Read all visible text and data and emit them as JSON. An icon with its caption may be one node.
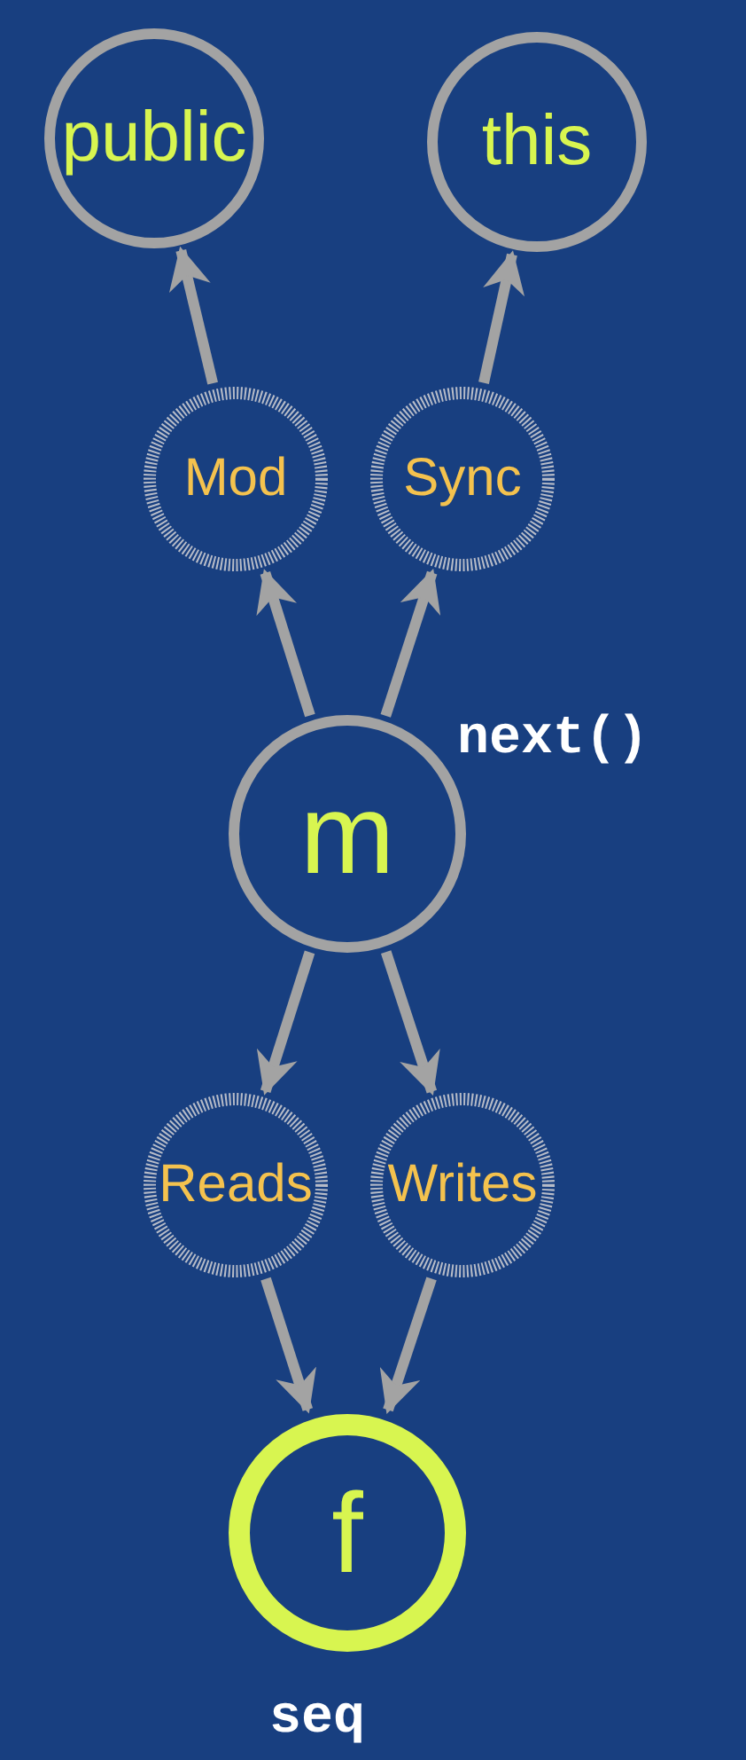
{
  "diagram": {
    "nodes": [
      {
        "text": [
          "public"
        ]
      },
      {
        "text": [
          "this"
        ]
      },
      {
        "text": [
          "Mod"
        ]
      },
      {
        "text": [
          "Sync"
        ]
      },
      {
        "text": [
          "m"
        ],
        "beside": [
          "next()"
        ]
      },
      {
        "text": [
          "Reads"
        ]
      },
      {
        "text": [
          "Writes"
        ]
      },
      {
        "text": [
          "f"
        ],
        "beside": [
          "seq"
        ]
      }
    ],
    "edges": [
      {
        "from": 2,
        "to": 0,
        "arrow": "to"
      },
      {
        "from": 3,
        "to": 1,
        "arrow": "to"
      },
      {
        "from": 4,
        "to": 2,
        "arrow": "to"
      },
      {
        "from": 4,
        "to": 3,
        "arrow": "to"
      },
      {
        "from": 4,
        "to": 5,
        "arrow": "to"
      },
      {
        "from": 4,
        "to": 6,
        "arrow": "to"
      },
      {
        "from": 5,
        "to": 7,
        "arrow": "to"
      },
      {
        "from": 6,
        "to": 7,
        "arrow": "to"
      }
    ]
  }
}
